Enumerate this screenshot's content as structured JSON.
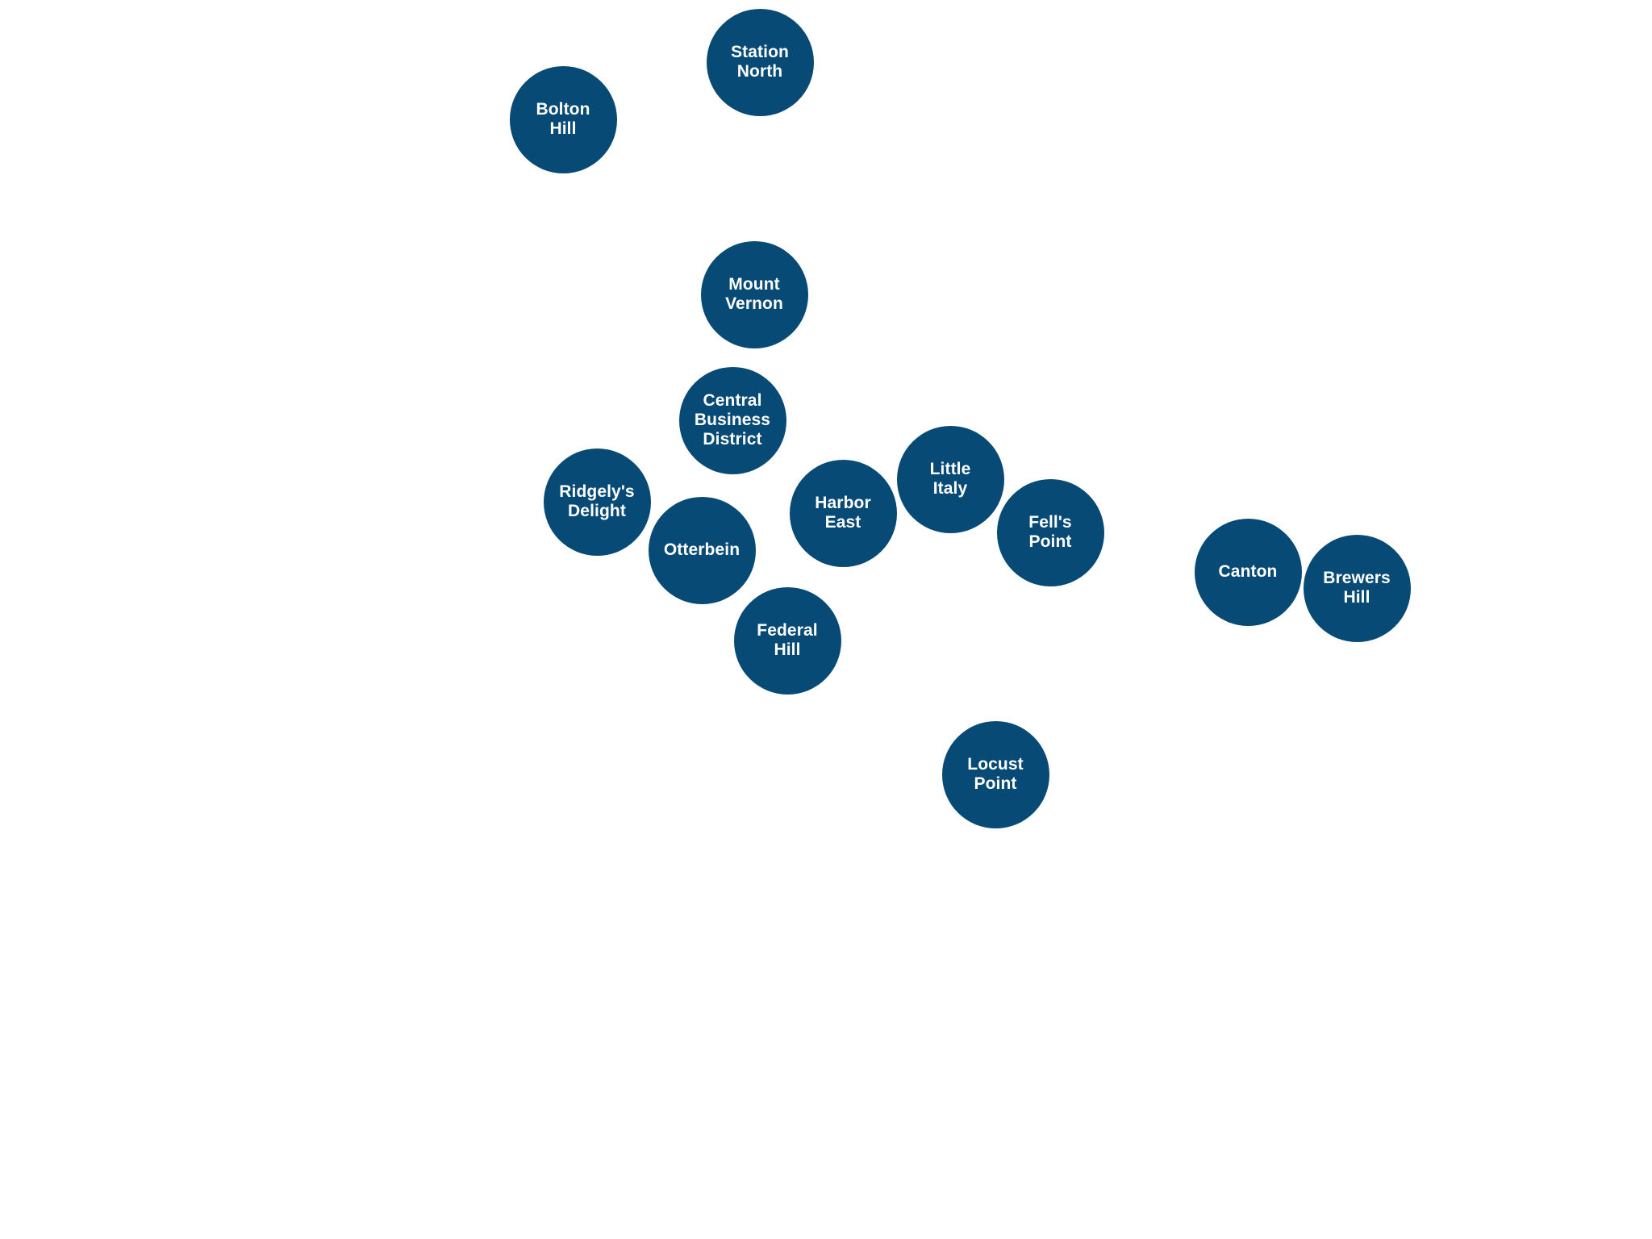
{
  "colors": {
    "bubble_fill": "#084a76",
    "label_text": "#ffffff",
    "background": "#ffffff"
  },
  "neighborhoods": {
    "station_north": "Station\nNorth",
    "bolton_hill": "Bolton\nHill",
    "mount_vernon": "Mount\nVernon",
    "central_business_district": "Central\nBusiness\nDistrict",
    "ridgelys_delight": "Ridgely's\nDelight",
    "otterbein": "Otterbein",
    "harbor_east": "Harbor\nEast",
    "little_italy": "Little\nItaly",
    "fells_point": "Fell's\nPoint",
    "federal_hill": "Federal\nHill",
    "canton": "Canton",
    "brewers_hill": "Brewers\nHill",
    "locust_point": "Locust\nPoint"
  }
}
